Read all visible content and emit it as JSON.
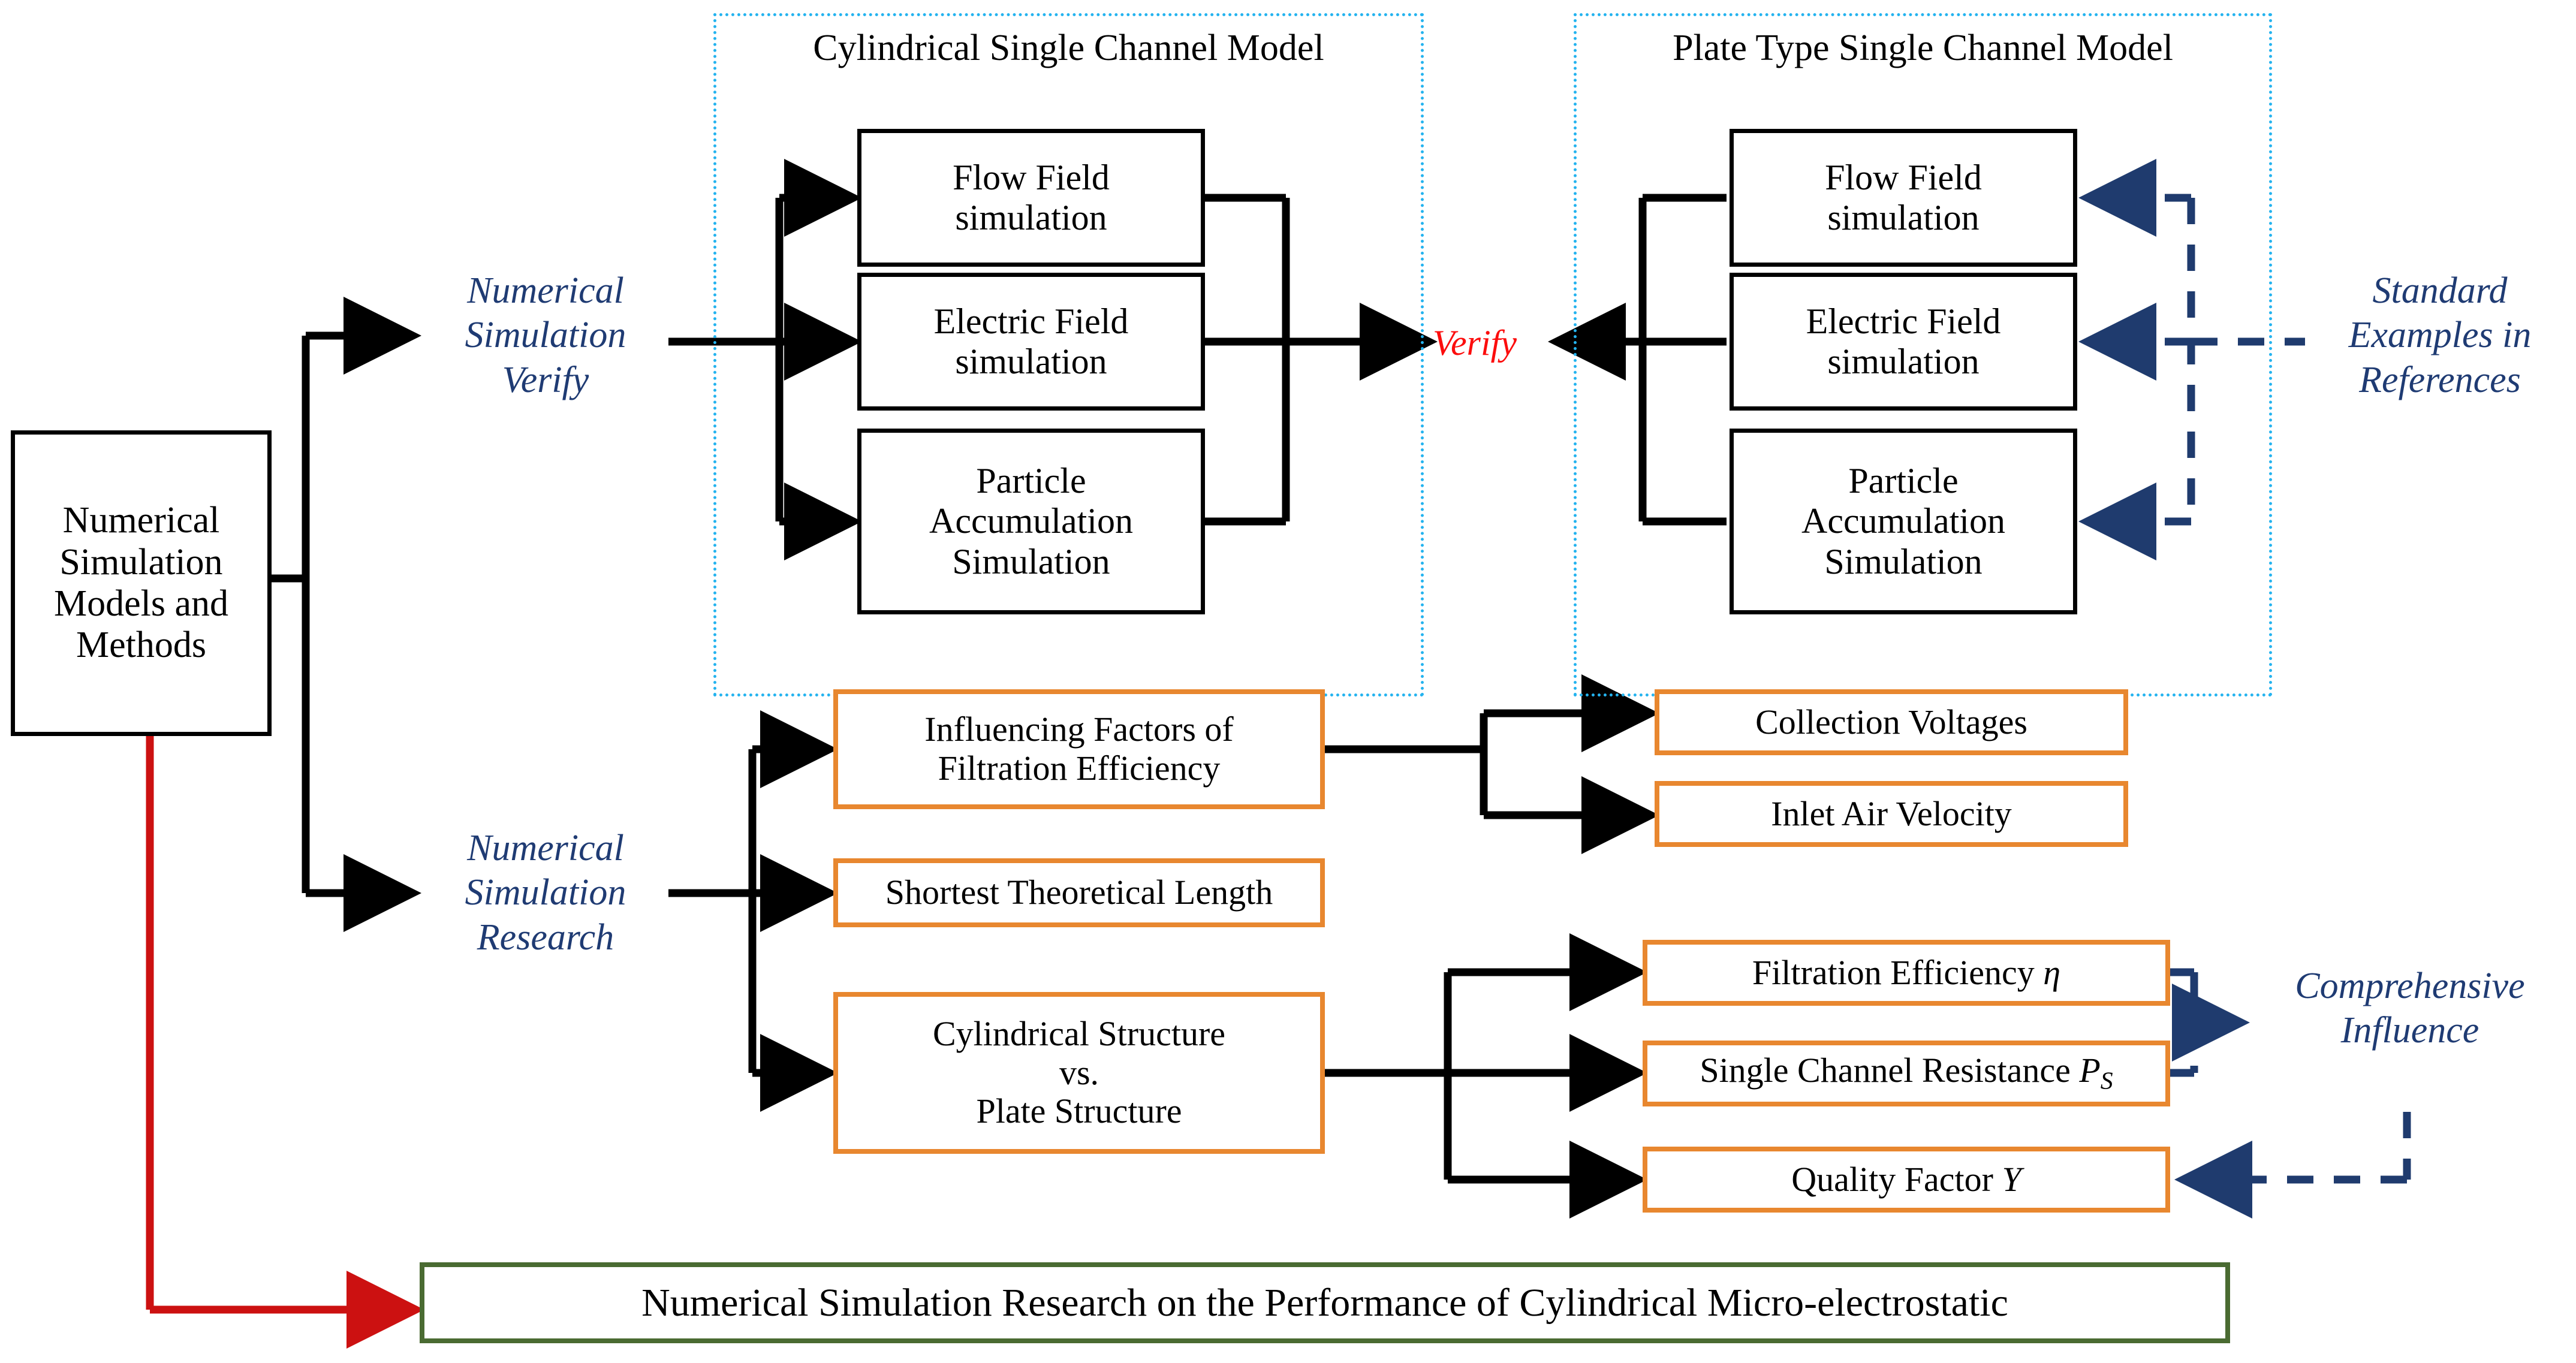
{
  "diagram": {
    "title_box": "Numerical Simulation Models and Methods",
    "branch_labels": {
      "verify_branch": "Numerical\nSimulation\nVerify",
      "research_branch": "Numerical\nSimulation\nResearch"
    },
    "verify_marker": "Verify",
    "groups": [
      {
        "id": "cylindrical",
        "title": "Cylindrical Single Channel Model"
      },
      {
        "id": "plate",
        "title": "Plate Type Single Channel Model"
      }
    ],
    "cylindrical_nodes": [
      "Flow Field\nsimulation",
      "Electric Field\nsimulation",
      "Particle\nAccumulation\nSimulation"
    ],
    "plate_nodes": [
      "Flow Field\nsimulation",
      "Electric Field\nsimulation",
      "Particle\nAccumulation\nSimulation"
    ],
    "side_notes": {
      "standard_examples": "Standard\nExamples in\nReferences",
      "comprehensive_influence": "Comprehensive\nInfluence"
    },
    "research_nodes": [
      "Influencing Factors of\nFiltration Efficiency",
      "Shortest Theoretical Length",
      "Cylindrical Structure\nvs.\nPlate Structure"
    ],
    "influencing_outputs": [
      "Collection Voltages",
      "Inlet Air Velocity"
    ],
    "comparison_outputs": [
      {
        "text": "Filtration Efficiency ",
        "symbol": "η"
      },
      {
        "text": "Single Channel Resistance ",
        "symbol": "P",
        "subscript": "S"
      },
      {
        "text": "Quality Factor ",
        "symbol": "Y"
      }
    ],
    "conclusion": "Numerical Simulation Research on the Performance of Cylindrical Micro-electrostatic",
    "colors": {
      "group_border": "#24b3ef",
      "node_border_black": "#000000",
      "node_border_orange": "#e8872f",
      "conclusion_border": "#4a6b32",
      "label_text": "#1f3b73",
      "verify_text": "#fc0d0d",
      "dashed_link": "#1f3b6e",
      "red_link": "#cc1111"
    }
  }
}
